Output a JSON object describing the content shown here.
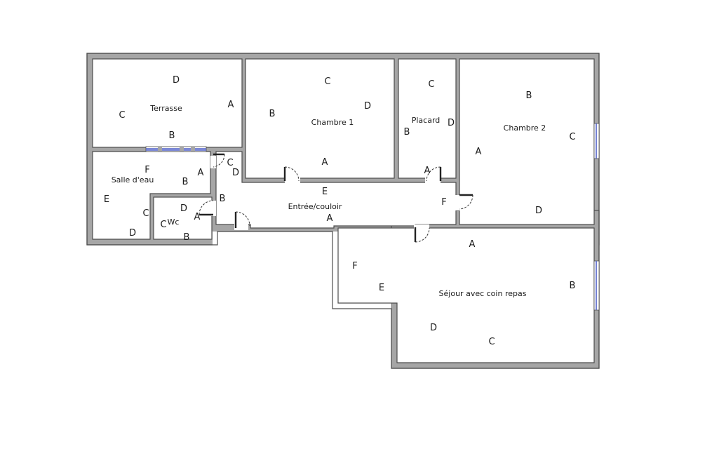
{
  "rooms": [
    {
      "id": "terrasse",
      "name": "Terrasse",
      "walls": [
        "D",
        "C",
        "A",
        "B"
      ]
    },
    {
      "id": "chambre1",
      "name": "Chambre 1",
      "walls": [
        "C",
        "B",
        "D",
        "A"
      ]
    },
    {
      "id": "placard",
      "name": "Placard",
      "walls": [
        "C",
        "B",
        "D",
        "A"
      ]
    },
    {
      "id": "chambre2",
      "name": "Chambre 2",
      "walls": [
        "B",
        "C",
        "A",
        "D"
      ]
    },
    {
      "id": "salle-deau",
      "name": "Salle d'eau",
      "walls": [
        "F",
        "A",
        "B",
        "E",
        "C",
        "D"
      ]
    },
    {
      "id": "wc",
      "name": "Wc",
      "walls": [
        "D",
        "C",
        "A",
        "B"
      ]
    },
    {
      "id": "entree",
      "name": "Entrée/couloir",
      "walls": [
        "C",
        "D",
        "B",
        "E",
        "F",
        "A"
      ]
    },
    {
      "id": "sejour",
      "name": "Séjour avec coin repas",
      "walls": [
        "A",
        "F",
        "E",
        "B",
        "D",
        "C"
      ]
    }
  ]
}
